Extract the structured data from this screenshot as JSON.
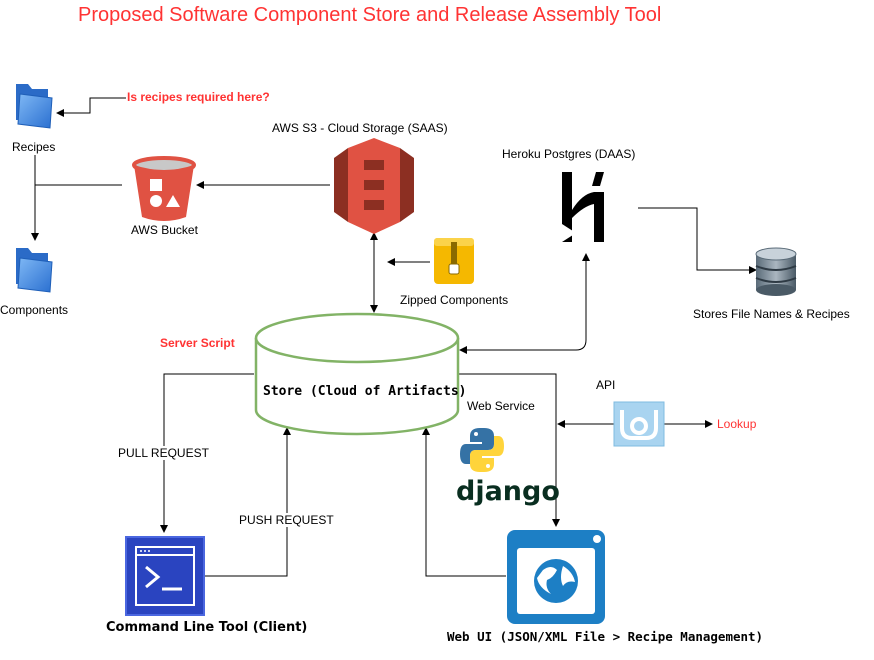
{
  "title": "Proposed Software Component Store and Release Assembly Tool",
  "nodes": {
    "recipes_folder": "Recipes",
    "components_folder": "Components",
    "aws_bucket": "AWS Bucket",
    "aws_s3": "AWS S3 - Cloud Storage (SAAS)",
    "heroku": "Heroku Postgres (DAAS)",
    "zipped_components": "Zipped Components",
    "stores_file_names": "Stores File Names & Recipes",
    "store": "Store (Cloud of Artifacts)",
    "server_script": "Server Script",
    "web_service": "Web Service",
    "api": "API",
    "lookup": "Lookup",
    "cli": "Command Line Tool (Client)",
    "web_ui": "Web UI (JSON/XML File > Recipe Management)",
    "django_logo": "django"
  },
  "annotations": {
    "recipes_question": "Is recipes required here?"
  },
  "edges": {
    "pull_request": "PULL REQUEST",
    "push_request": "PUSH REQUEST"
  },
  "colors": {
    "title_red": "#ff3333",
    "cylinder_fill": "#d5e8d4",
    "cylinder_stroke": "#82b366",
    "aws_red": "#e05243",
    "folder_blue": "#4a90e2",
    "cli_blue": "#2a50c8",
    "webui_blue": "#1d7fc5",
    "zip_yellow": "#f5c518",
    "django_green": "#092e20"
  },
  "icons": {
    "folder": "folder-icon",
    "bucket": "aws-bucket-icon",
    "s3": "aws-s3-icon",
    "heroku": "heroku-icon",
    "database": "database-icon",
    "zip": "zip-archive-icon",
    "python": "python-icon",
    "api": "api-icon",
    "terminal": "terminal-icon",
    "globe": "web-browser-icon"
  }
}
